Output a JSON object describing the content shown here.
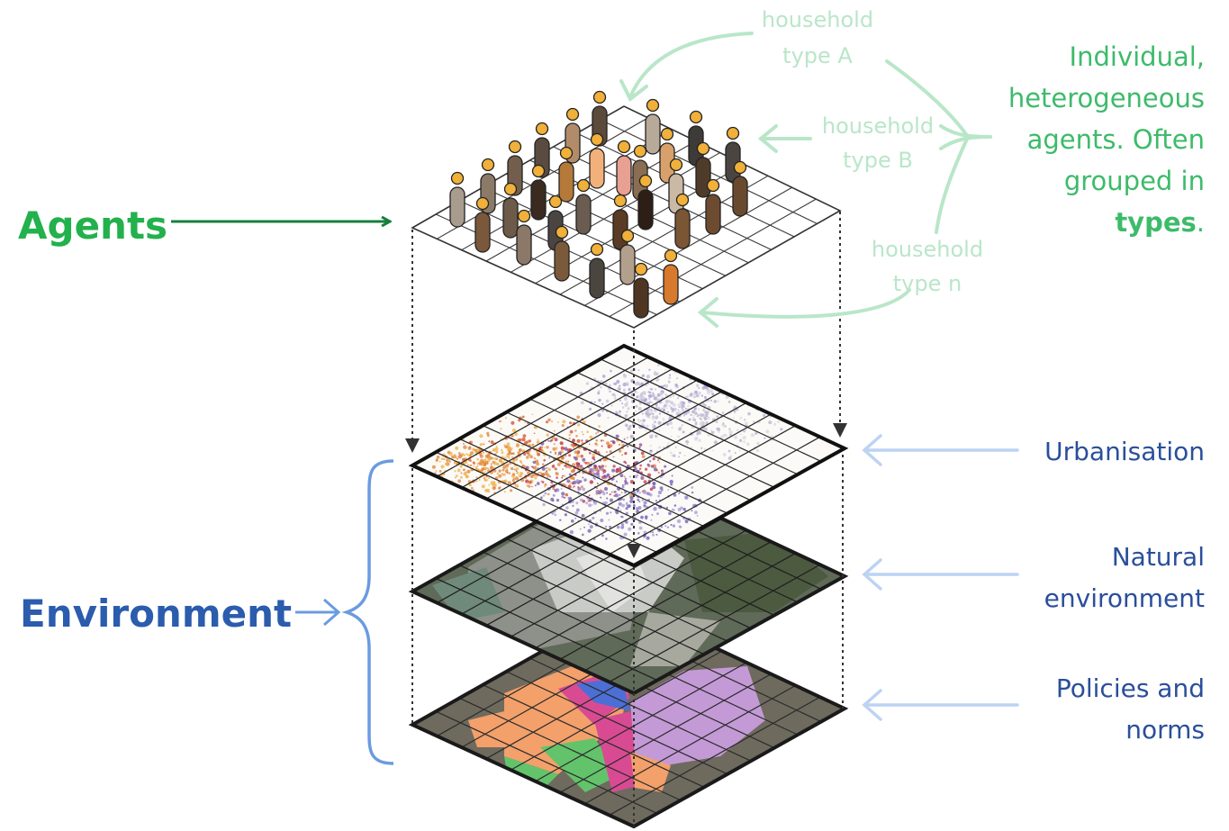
{
  "colors": {
    "agents_green": "#1f9a49",
    "agents_arrow": "#15803d",
    "light_green": "#b9e6c9",
    "note_green": "#3dbb6a",
    "env_blue": "#2b5cad",
    "light_blue": "#bcd3f3",
    "brace_blue": "#6b9be0",
    "label_blue": "#2a4f9a"
  },
  "labels": {
    "agents": "Agents",
    "environment": "Environment"
  },
  "household_types": [
    {
      "line1": "household",
      "line2": "type A"
    },
    {
      "line1": "household",
      "line2": "type B"
    },
    {
      "line1": "household",
      "line2": "type n"
    }
  ],
  "agents_note": {
    "line1": "Individual,",
    "line2": "heterogeneous",
    "line3": "agents. Often",
    "line4": "grouped in",
    "line5_bold": "types",
    "line5_tail": "."
  },
  "layers": {
    "urbanisation": "Urbanisation",
    "natural_line1": "Natural",
    "natural_line2": "environment",
    "policies_line1": "Policies and",
    "policies_line2": "norms"
  }
}
